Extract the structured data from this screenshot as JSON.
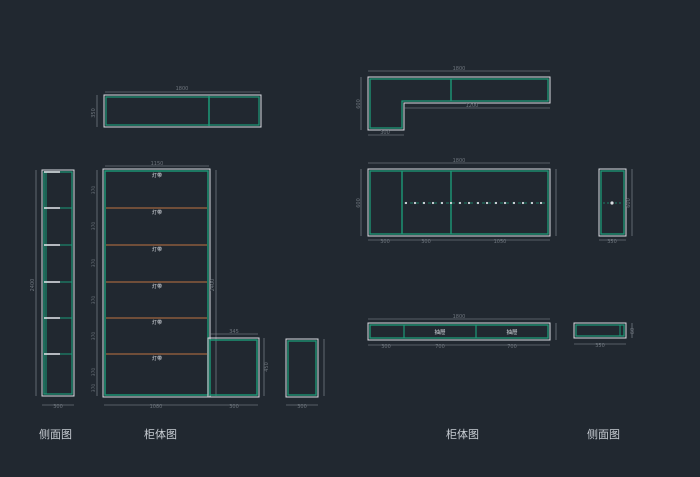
{
  "captions": {
    "left_side": "侧面图",
    "left_body": "柜体图",
    "right_body": "柜体图",
    "right_side": "侧面图"
  },
  "labels": {
    "lamp": "灯带",
    "drawer": "抽屉"
  },
  "dims": {
    "top_cab_width": "1800",
    "top_cab_height": "350",
    "tall_cab_width": "1150",
    "tall_cab_height": "2400",
    "tall_cab_bottom_width": "1080",
    "small_cab_width": "345",
    "small_cab_height": "450",
    "small_cab_bottom": "300",
    "side_depth": "300",
    "shelf_gaps": [
      "370",
      "370",
      "370",
      "370",
      "370",
      "370",
      "370"
    ],
    "plan_top_width": "1800",
    "plan_top_depth": "600",
    "plan_top_inner": "1200",
    "tv_width": "1800",
    "tv_height": "600",
    "tv_seg_a": "300",
    "tv_seg_b": "300",
    "tv_seg_c": "1050",
    "base_width": "1800",
    "base_seg_a": "300",
    "base_seg_b": "700",
    "base_seg_c": "700",
    "right_side_width": "350",
    "right_side_height": "600",
    "small_side_width": "350",
    "small_side_height": "60",
    "left_side_height": "2400"
  },
  "colors": {
    "background": "#212830",
    "line_green": "#1c9a78",
    "line_white": "#d9dde2",
    "shelf_brown": "#8a5a3c",
    "dim_line": "#8c939b",
    "dim_text": "#6e757d"
  }
}
